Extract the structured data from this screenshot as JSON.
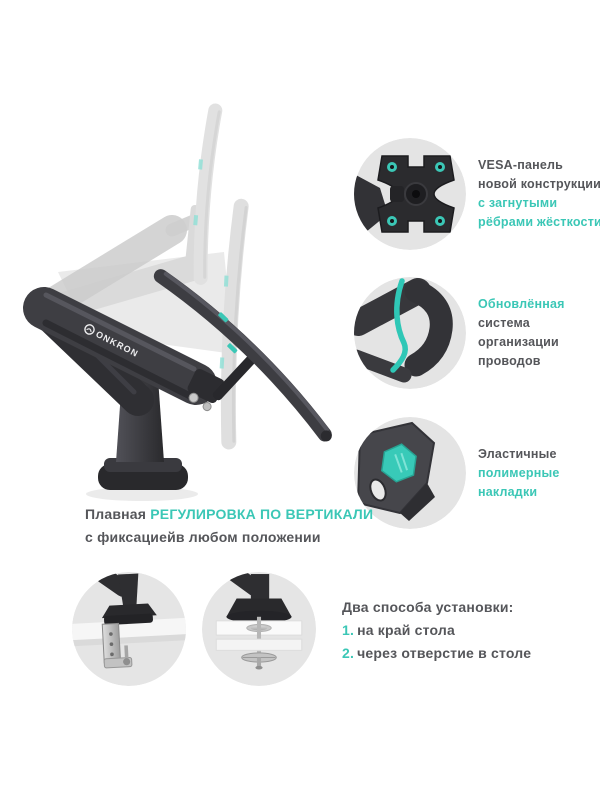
{
  "colors": {
    "accent": "#3bc7b6",
    "text_dark": "#55565a"
  },
  "brand": {
    "logo": "ONKRON"
  },
  "caption": {
    "normal": "Плавная",
    "highlight": "РЕГУЛИРОВКА ПО ВЕРТИКАЛИ",
    "line2": "с фиксациейв любом положении"
  },
  "features": [
    {
      "name": "vesa-panel",
      "lines": [
        {
          "text": "VESA-панель",
          "color": "dark"
        },
        {
          "text": "новой конструкции",
          "color": "dark"
        },
        {
          "text": "с загнутыми",
          "color": "teal"
        },
        {
          "text": "рёбрами жёсткости",
          "color": "teal"
        }
      ]
    },
    {
      "name": "cable-management",
      "lines": [
        {
          "text": "Обновлённая",
          "color": "teal"
        },
        {
          "text": "система",
          "color": "dark"
        },
        {
          "text": "организации",
          "color": "dark"
        },
        {
          "text": "проводов",
          "color": "dark"
        }
      ]
    },
    {
      "name": "polymer-pads",
      "lines": [
        {
          "text": "Эластичные",
          "color": "dark"
        },
        {
          "text": "полимерные",
          "color": "teal"
        },
        {
          "text": "накладки",
          "color": "teal"
        }
      ]
    }
  ],
  "installation": {
    "title": "Два способа установки:",
    "items": [
      {
        "num": "1.",
        "label": "на край стола"
      },
      {
        "num": "2.",
        "label": "через отверстие в столе"
      }
    ]
  }
}
